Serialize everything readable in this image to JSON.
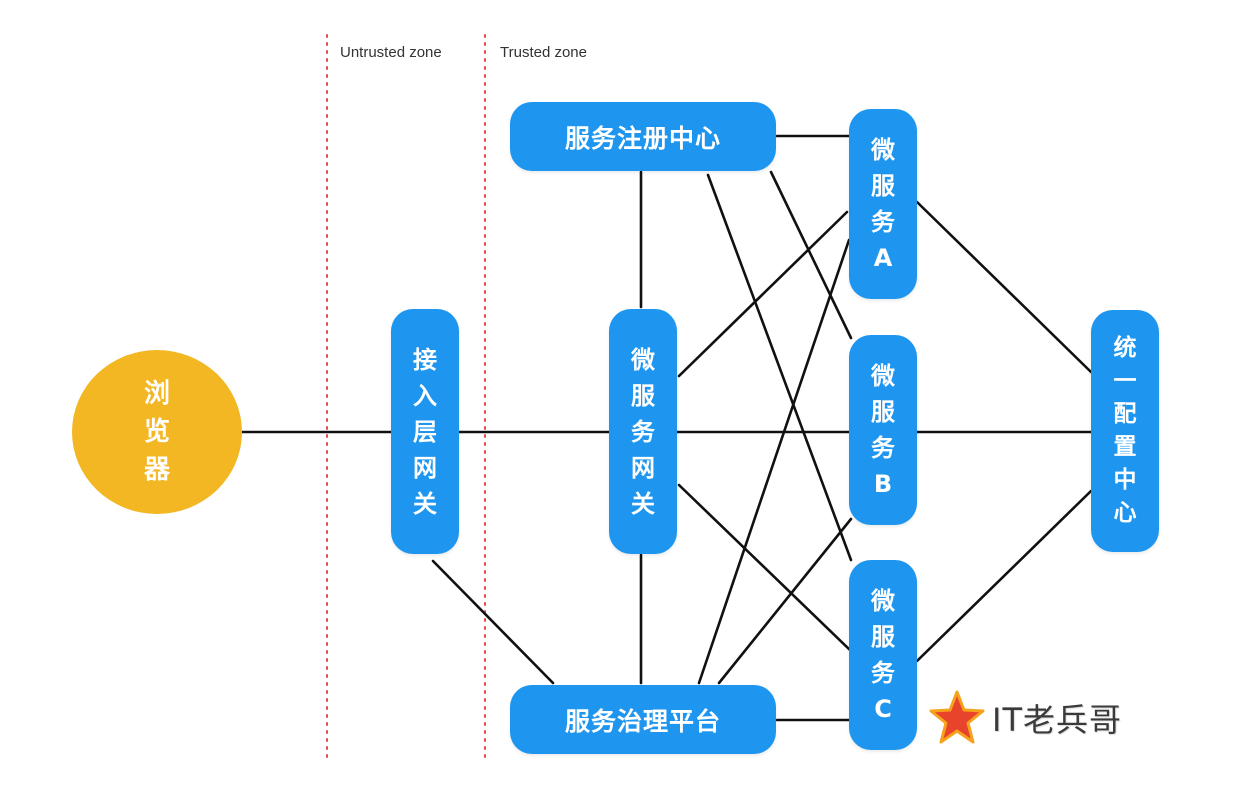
{
  "zones": {
    "untrusted_label": "Untrusted zone",
    "trusted_label": "Trusted zone"
  },
  "nodes": {
    "browser": {
      "chars": [
        "浏",
        "览",
        "器"
      ]
    },
    "access_gateway": {
      "chars": [
        "接",
        "入",
        "层",
        "网",
        "关"
      ]
    },
    "registry_center": {
      "label": "服务注册中心"
    },
    "service_gateway": {
      "chars": [
        "微",
        "服",
        "务",
        "网",
        "关"
      ]
    },
    "governance_platform": {
      "label": "服务治理平台"
    },
    "microservice_a": {
      "chars": [
        "微",
        "服",
        "务",
        "A"
      ]
    },
    "microservice_b": {
      "chars": [
        "微",
        "服",
        "务",
        "B"
      ]
    },
    "microservice_c": {
      "chars": [
        "微",
        "服",
        "务",
        "C"
      ]
    },
    "config_center": {
      "chars": [
        "统",
        "一",
        "配",
        "置",
        "中",
        "心"
      ]
    }
  },
  "watermark": {
    "text": "IT老兵哥",
    "icon": "star-icon"
  },
  "colors": {
    "node_blue": "#1e96f0",
    "browser_yellow": "#f3b724",
    "zone_line_red": "#e0504a",
    "edge_black": "#111111",
    "star_red": "#e8432b",
    "star_orange": "#f6a21c"
  }
}
